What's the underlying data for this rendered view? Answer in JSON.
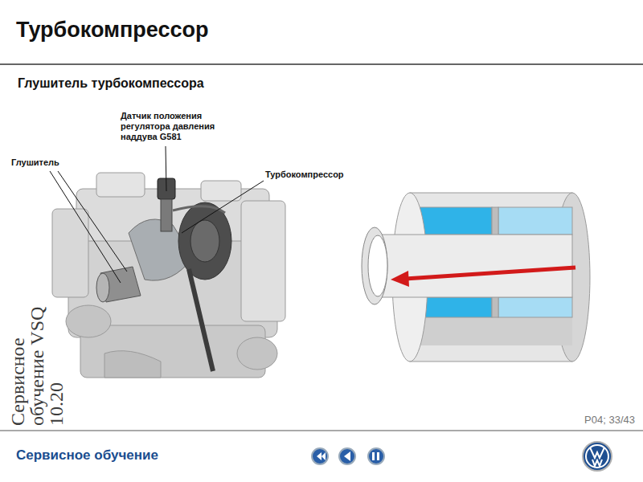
{
  "diagram": {
    "title": "Турбокомпрессор",
    "labels": [
      "Глушитель турбокомпессора",
      "Датчик положения регулятора давления наддува G581",
      "Глушитель",
      "Турбокомпрессор",
      "Сервисное обучение VSQ 10.20",
      "P04; 33/43",
      "Сервисное обучение"
    ]
  }
}
